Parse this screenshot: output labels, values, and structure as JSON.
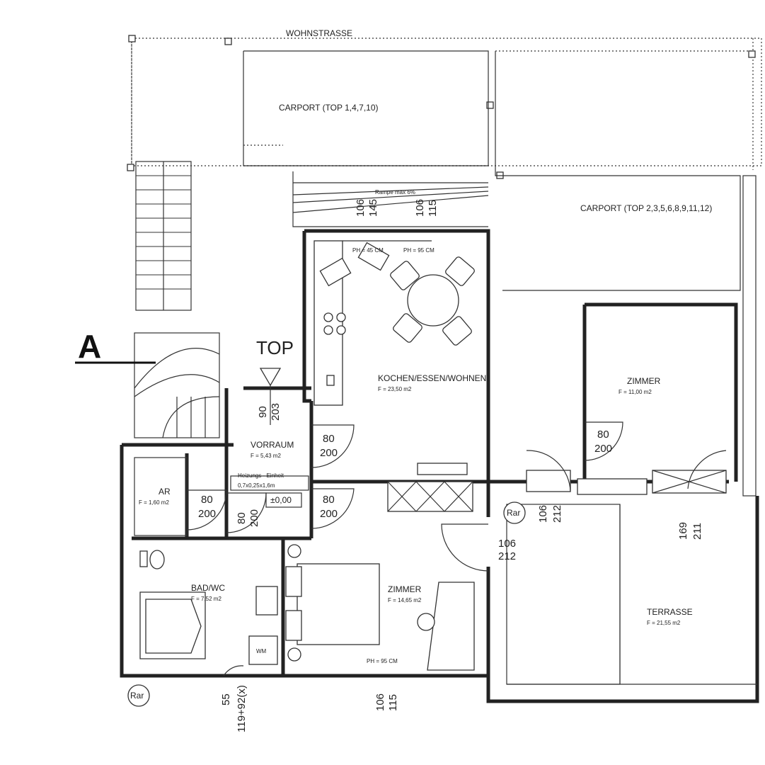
{
  "street": "WOHNSTRASSE",
  "carport_a": "CARPORT (TOP 1,4,7,10)",
  "carport_b": "CARPORT (TOP 2,3,5,6,8,9,11,12)",
  "ramp": "Rampe max 6%",
  "marker_a": "A",
  "marker_top": "TOP",
  "rooms": {
    "living": {
      "name": "KOCHEN/ESSEN/WOHNEN",
      "area": "F = 23,50 m2"
    },
    "zimmer_right": {
      "name": "ZIMMER",
      "area": "F = 11,00 m2"
    },
    "vorraum": {
      "name": "VORRAUM",
      "area": "F = 5,43 m2"
    },
    "ar": {
      "name": "AR",
      "area": "F = 1,60 m2"
    },
    "bad": {
      "name": "BAD/WC",
      "area": "F = 7,52 m2"
    },
    "zimmer_mid": {
      "name": "ZIMMER",
      "area": "F = 14,65 m2"
    },
    "terrasse": {
      "name": "TERRASSE",
      "area": "F = 21,55 m2"
    }
  },
  "notes": {
    "ph1": "PH = 45 CM",
    "ph2": "PH = 95 CM",
    "ph3": "PH = 95 CM",
    "heizung": "Heizungs - Einheit",
    "heizung_dim": "0,7x0,25x1,6m",
    "level": "±0,00",
    "wm": "WM",
    "ram1": "Rar",
    "ram2": "Rar"
  },
  "dims": {
    "d1": [
      "106",
      "145"
    ],
    "d2": [
      "106",
      "115"
    ],
    "d_entry": [
      "90",
      "203"
    ],
    "d_vor": [
      "80",
      "200"
    ],
    "d_ar": [
      "80",
      "200"
    ],
    "d_ar2": [
      "80",
      "200"
    ],
    "d_mid": [
      "80",
      "200"
    ],
    "d_zr": [
      "80",
      "200"
    ],
    "d_k": [
      "106",
      "212"
    ],
    "d_k2": [
      "106",
      "212"
    ],
    "d_t": [
      "169",
      "211"
    ],
    "d_bad": [
      "55",
      "119+92(x)"
    ],
    "d_bot": [
      "106",
      "115"
    ]
  }
}
